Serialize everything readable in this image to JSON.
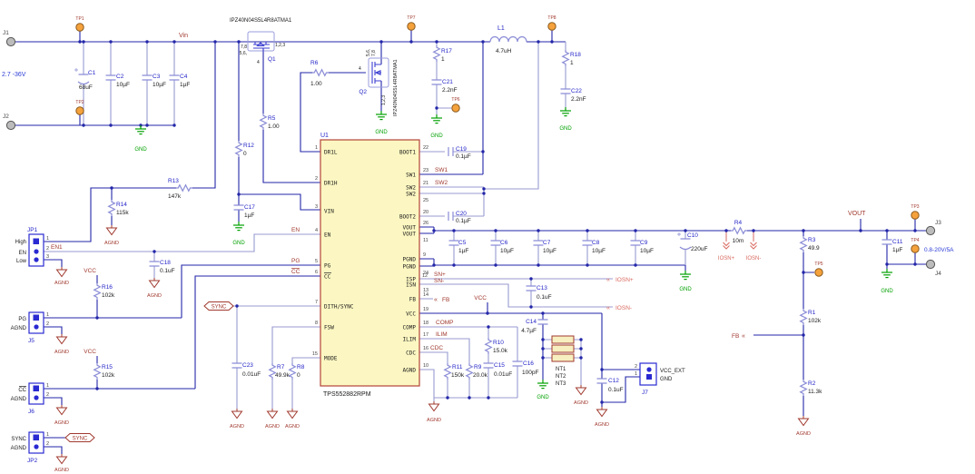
{
  "palette": {
    "wire_dark": "#2326a8",
    "wire_light": "#989ad2",
    "component": "#8a8cd6",
    "net_label_red": "#a0392e",
    "flag_pink": "#d96a60",
    "gnd_green": "#00a000",
    "label_blue": "#2324c8",
    "ic_fill": "#fcf7c2",
    "ic_border": "#b34436",
    "testpoint_orange": "#f5a23c",
    "jack_gray": "#bcbcbc",
    "connector_blue": "#2a2ad2"
  },
  "icons": {
    "chevron_left": "«",
    "plus": "+"
  },
  "pins": {
    "p1": "1",
    "p2": "2",
    "p3": "3"
  },
  "grounds": {
    "gnd": "GND",
    "agnd": "AGND"
  },
  "nets": {
    "vcc": "VCC"
  },
  "power_input": {
    "j1": "J1",
    "j2": "J2",
    "tp1": "TP1",
    "tp2": "TP2",
    "range": "2.7 -36V",
    "vin": "Vin",
    "c1_ref": "C1",
    "c1_value": "68uF",
    "c2_ref": "C2",
    "c2_value": "10µF",
    "c3_ref": "C3",
    "c3_value": "10µF",
    "c4_ref": "C4",
    "c4_value": "1µF"
  },
  "fets": {
    "q1_ref": "Q1",
    "q1_part": "IPZ40N04S5L4R8ATMA1",
    "q2_ref": "Q2",
    "q2_part": "IPZ40N04S5L4R8ATMA1",
    "p78": "7,8",
    "p56": "5,6,",
    "p123": "1,2,3",
    "p4": "4",
    "r5_ref": "R5",
    "r5_value": "1.00",
    "r6_ref": "R6",
    "r6_value": "1.00"
  },
  "vin_net": {
    "r12_ref": "R12",
    "r12_value": "0",
    "c17_ref": "C17",
    "c17_value": "1µF",
    "r13_ref": "R13",
    "r13_value": "147k",
    "r14_ref": "R14",
    "r14_value": "115k"
  },
  "enable": {
    "jp1_ref": "JP1",
    "row_high": "High",
    "row_en": "EN",
    "row_low": "Low",
    "en1": "EN1",
    "en": "EN",
    "c18_ref": "C18",
    "c18_value": "0.1uF",
    "r16_ref": "R16",
    "r16_value": "102k"
  },
  "status": {
    "j5_ref": "J5",
    "j5_row1": "PG",
    "j5_row2": "AGND",
    "j6_ref": "J6",
    "j6_row1": "CC",
    "j6_row2": "AGND",
    "jp2_ref": "JP2",
    "jp2_row1": "SYNC",
    "jp2_row2": "AGND",
    "pg": "PG",
    "cc": "CC",
    "sync": "SYNC",
    "r15_ref": "R15",
    "r15_value": "102k"
  },
  "dith": {
    "c23_ref": "C23",
    "c23_value": "0.01uF",
    "r7_ref": "R7",
    "r7_value": "49.9k",
    "r8_ref": "R8",
    "r8_value": "0"
  },
  "ic": {
    "ref": "U1",
    "part": "TPS552882RPM",
    "left_pins": [
      {
        "n": "1",
        "name": "DR1L"
      },
      {
        "n": "2",
        "name": "DR1H"
      },
      {
        "n": "3",
        "name": "VIN"
      },
      {
        "n": "4",
        "name": "EN"
      },
      {
        "n": "5",
        "name": "PG"
      },
      {
        "n": "6",
        "name": "CC"
      },
      {
        "n": "7",
        "name": "DITH/SYNC"
      },
      {
        "n": "8",
        "name": "FSW"
      },
      {
        "n": "15",
        "name": "MODE"
      }
    ],
    "right_pins": [
      {
        "n": "22",
        "name": "BOOT1"
      },
      {
        "n": "23",
        "name": "SW1"
      },
      {
        "n": "21",
        "name": "SW2"
      },
      {
        "n": "25",
        "name": "SW2"
      },
      {
        "n": "20",
        "name": "BOOT2"
      },
      {
        "n": "26",
        "name": "VOUT"
      },
      {
        "n": "11",
        "name": "VOUT"
      },
      {
        "n": "9",
        "name": "PGND"
      },
      {
        "n": "24",
        "name": "PGND"
      },
      {
        "n": "12",
        "name": "ISP"
      },
      {
        "n": "13",
        "name": "ISN"
      },
      {
        "n": "14",
        "name": "FB"
      },
      {
        "n": "19",
        "name": "VCC"
      },
      {
        "n": "18",
        "name": "COMP"
      },
      {
        "n": "17",
        "name": "ILIM"
      },
      {
        "n": "16",
        "name": "CDC"
      },
      {
        "n": "10",
        "name": "AGND"
      }
    ]
  },
  "power_stage": {
    "tp6": "TP6",
    "tp7": "TP7",
    "tp8": "TP8",
    "l1_ref": "L1",
    "l1_value": "4.7uH",
    "r17_ref": "R17",
    "r17_value": "1",
    "c21_ref": "C21",
    "c21_value": "2.2nF",
    "r18_ref": "R18",
    "r18_value": "1",
    "c22_ref": "C22",
    "c22_value": "2.2nF",
    "c19_ref": "C19",
    "c19_value": "0.1µF",
    "c20_ref": "C20",
    "c20_value": "0.1µF",
    "sw1": "SW1",
    "sw2": "SW2"
  },
  "sense": {
    "sn_p": "SN+",
    "sn_n": "SN-",
    "iosn_p": "IOSN+",
    "iosn_n": "IOSN-",
    "c13_ref": "C13",
    "c13_value": "0.1uF",
    "fb_flag": "FB"
  },
  "comp": {
    "comp": "COMP",
    "ilim": "ILIM",
    "cdc": "CDC",
    "c14_ref": "C14",
    "c14_value": "4.7µF",
    "c15_ref": "C15",
    "c15_value": "0.01uF",
    "c16_ref": "C16",
    "c16_value": "100pF",
    "r9_ref": "R9",
    "r9_value": "20.0k",
    "r10_ref": "R10",
    "r10_value": "15.0k",
    "r11_ref": "R11",
    "r11_value": "150k"
  },
  "aux": {
    "nt1": "NT1",
    "nt2": "NT2",
    "nt3": "NT3",
    "c12_ref": "C12",
    "c12_value": "0.1uF",
    "j7_ref": "J7",
    "j7_row1": "VCC_EXT",
    "j7_row2": "GND"
  },
  "output": {
    "vout": "VOUT",
    "tp3": "TP3",
    "tp4": "TP4",
    "tp5": "TP5",
    "j3": "J3",
    "j4": "J4",
    "range": "0.8-20V/5A",
    "c5_ref": "C5",
    "c5_value": "1µF",
    "c6_ref": "C6",
    "c6_value": "10µF",
    "c7_ref": "C7",
    "c7_value": "10µF",
    "c8_ref": "C8",
    "c8_value": "10µF",
    "c9_ref": "C9",
    "c9_value": "10µF",
    "c10_ref": "C10",
    "c10_value": "220uF",
    "c11_ref": "C11",
    "c11_value": "1µF",
    "r4_ref": "R4",
    "r4_value": "10m",
    "r3_ref": "R3",
    "r3_value": "49.9",
    "r1_ref": "R1",
    "r1_value": "102k",
    "r2_ref": "R2",
    "r2_value": "11.3k",
    "fb": "FB"
  }
}
